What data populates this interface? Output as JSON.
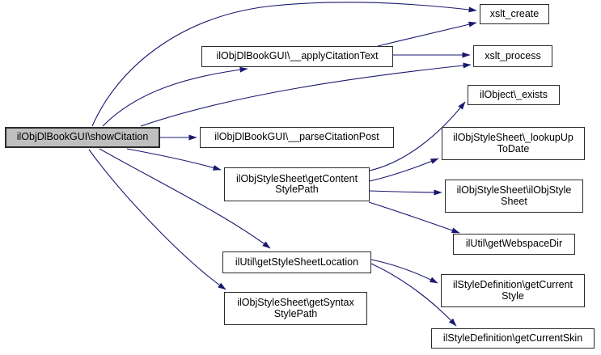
{
  "diagram": {
    "type": "call-graph",
    "background_color": "#ffffff",
    "edge_color": "#191970",
    "node_border_color": "#2b2b2b",
    "highlight_fill": "#bfbfbf",
    "nodes": [
      {
        "id": "showCitation",
        "label": "ilObjDlBookGUI\\showCitation",
        "lines": [
          "ilObjDlBookGUI\\showCitation"
        ],
        "highlighted": true
      },
      {
        "id": "applyCitationText",
        "label": "ilObjDlBookGUI\\__applyCitationText",
        "lines": [
          "ilObjDlBookGUI\\__applyCitationText"
        ],
        "highlighted": false
      },
      {
        "id": "parseCitationPost",
        "label": "ilObjDlBookGUI\\__parseCitationPost",
        "lines": [
          "ilObjDlBookGUI\\__parseCitationPost"
        ],
        "highlighted": false
      },
      {
        "id": "getContentStylePath",
        "label": "ilObjStyleSheet\\getContentStylePath",
        "lines": [
          "ilObjStyleSheet\\getContent",
          "StylePath"
        ],
        "highlighted": false
      },
      {
        "id": "getStyleSheetLocation",
        "label": "ilUtil\\getStyleSheetLocation",
        "lines": [
          "ilUtil\\getStyleSheetLocation"
        ],
        "highlighted": false
      },
      {
        "id": "getSyntaxStylePath",
        "label": "ilObjStyleSheet\\getSyntaxStylePath",
        "lines": [
          "ilObjStyleSheet\\getSyntax",
          "StylePath"
        ],
        "highlighted": false
      },
      {
        "id": "xslt_create",
        "label": "xslt_create",
        "lines": [
          "xslt_create"
        ],
        "highlighted": false
      },
      {
        "id": "xslt_process",
        "label": "xslt_process",
        "lines": [
          "xslt_process"
        ],
        "highlighted": false
      },
      {
        "id": "ilObject_exists",
        "label": "ilObject\\_exists",
        "lines": [
          "ilObject\\_exists"
        ],
        "highlighted": false
      },
      {
        "id": "lookupUpToDate",
        "label": "ilObjStyleSheet\\_lookupUpToDate",
        "lines": [
          "ilObjStyleSheet\\_lookupUp",
          "ToDate"
        ],
        "highlighted": false
      },
      {
        "id": "ilObjStyleSheet",
        "label": "ilObjStyleSheet\\ilObjStyleSheet",
        "lines": [
          "ilObjStyleSheet\\ilObjStyle",
          "Sheet"
        ],
        "highlighted": false
      },
      {
        "id": "getWebspaceDir",
        "label": "ilUtil\\getWebspaceDir",
        "lines": [
          "ilUtil\\getWebspaceDir"
        ],
        "highlighted": false
      },
      {
        "id": "getCurrentStyle",
        "label": "ilStyleDefinition\\getCurrentStyle",
        "lines": [
          "ilStyleDefinition\\getCurrent",
          "Style"
        ],
        "highlighted": false
      },
      {
        "id": "getCurrentSkin",
        "label": "ilStyleDefinition\\getCurrentSkin",
        "lines": [
          "ilStyleDefinition\\getCurrentSkin"
        ],
        "highlighted": false
      }
    ],
    "edges": [
      {
        "from": "showCitation",
        "to": "xslt_create"
      },
      {
        "from": "showCitation",
        "to": "applyCitationText"
      },
      {
        "from": "showCitation",
        "to": "xslt_process"
      },
      {
        "from": "showCitation",
        "to": "parseCitationPost"
      },
      {
        "from": "showCitation",
        "to": "getContentStylePath"
      },
      {
        "from": "showCitation",
        "to": "getStyleSheetLocation"
      },
      {
        "from": "showCitation",
        "to": "getSyntaxStylePath"
      },
      {
        "from": "applyCitationText",
        "to": "xslt_create"
      },
      {
        "from": "applyCitationText",
        "to": "xslt_process"
      },
      {
        "from": "getContentStylePath",
        "to": "ilObject_exists"
      },
      {
        "from": "getContentStylePath",
        "to": "lookupUpToDate"
      },
      {
        "from": "getContentStylePath",
        "to": "ilObjStyleSheet"
      },
      {
        "from": "getContentStylePath",
        "to": "getWebspaceDir"
      },
      {
        "from": "getStyleSheetLocation",
        "to": "getCurrentStyle"
      },
      {
        "from": "getStyleSheetLocation",
        "to": "getCurrentSkin"
      }
    ]
  }
}
